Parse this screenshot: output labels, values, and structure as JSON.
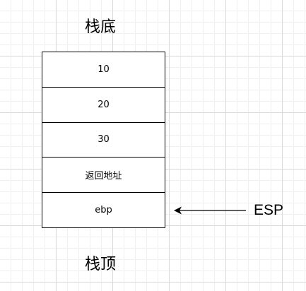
{
  "labels": {
    "stack_bottom": "栈底",
    "stack_top": "栈顶",
    "pointer": "ESP"
  },
  "stack": {
    "cells": [
      "10",
      "20",
      "30",
      "返回地址",
      "ebp"
    ]
  },
  "colors": {
    "stroke": "#000000",
    "grid_major": "#d9d9d9",
    "grid_minor": "#f0f0f0",
    "background": "#ffffff"
  }
}
